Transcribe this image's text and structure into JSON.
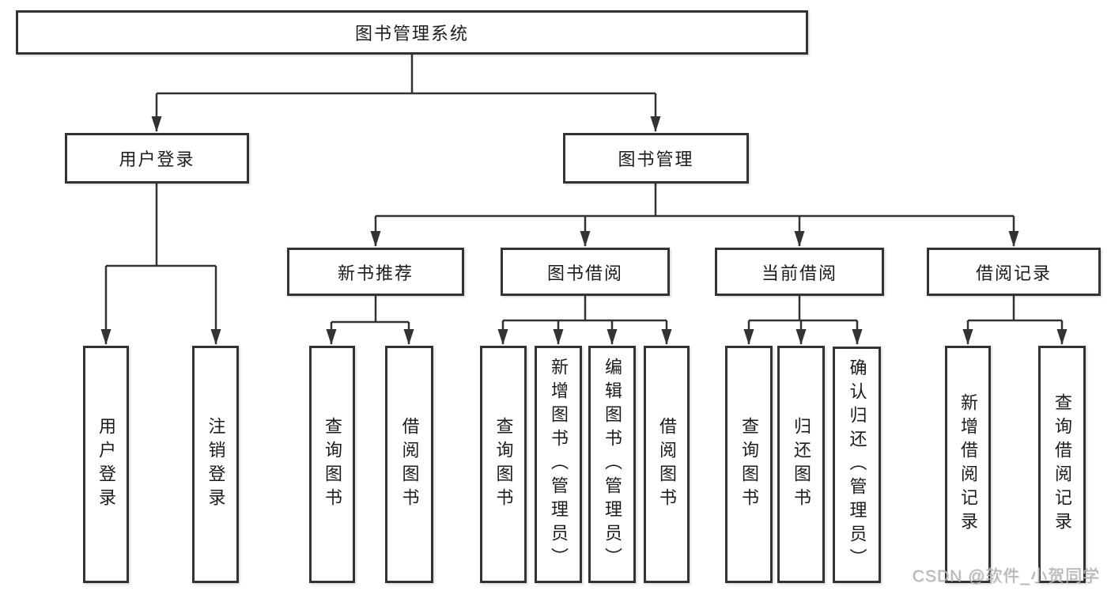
{
  "tree": {
    "root": {
      "label": "图书管理系统",
      "children": [
        {
          "label": "用户登录",
          "children": [
            {
              "label": "用户登录"
            },
            {
              "label": "注销登录"
            }
          ]
        },
        {
          "label": "图书管理",
          "children": [
            {
              "label": "新书推荐",
              "children": [
                {
                  "label": "查询图书"
                },
                {
                  "label": "借阅图书"
                }
              ]
            },
            {
              "label": "图书借阅",
              "children": [
                {
                  "label": "查询图书"
                },
                {
                  "label": "新增图书（管理员）"
                },
                {
                  "label": "编辑图书（管理员）"
                },
                {
                  "label": "借阅图书"
                }
              ]
            },
            {
              "label": "当前借阅",
              "children": [
                {
                  "label": "查询图书"
                },
                {
                  "label": "归还图书"
                },
                {
                  "label": "确认归还（管理员）"
                }
              ]
            },
            {
              "label": "借阅记录",
              "children": [
                {
                  "label": "新增借阅记录"
                },
                {
                  "label": "查询借阅记录"
                }
              ]
            }
          ]
        }
      ]
    }
  },
  "watermark": {
    "text": "CSDN @软件_小贺同学"
  },
  "colors": {
    "line": "#333333",
    "text": "#1c1c1c",
    "watermark": "#b9b3b3",
    "background": "#ffffff"
  }
}
